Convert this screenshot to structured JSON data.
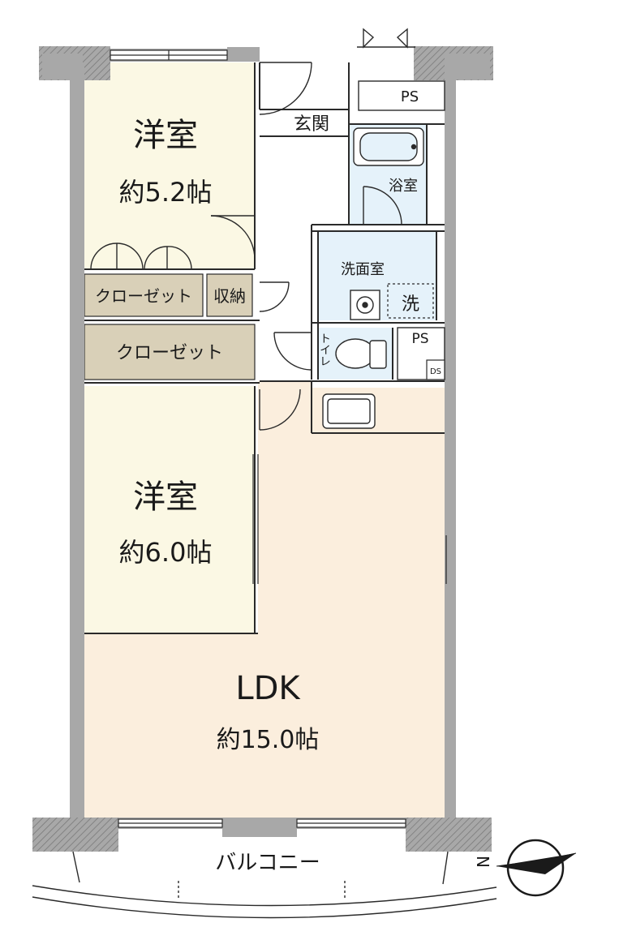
{
  "rooms": {
    "western_room_1": {
      "name": "洋室",
      "size": "約5.2帖"
    },
    "western_room_2": {
      "name": "洋室",
      "size": "約6.0帖"
    },
    "ldk": {
      "name": "LDK",
      "size": "約15.0帖"
    },
    "entrance": "玄関",
    "bathroom": "浴室",
    "washroom": "洗面室",
    "washer": "洗",
    "toilet": "トイレ",
    "closet_upper": "クローゼット",
    "closet_lower": "クローゼット",
    "storage": "収納",
    "ps_top": "PS",
    "ps_mid": "PS",
    "ds": "DS",
    "balcony": "バルコニー"
  },
  "compass": {
    "label": "N"
  },
  "colors": {
    "wall": "#a8a8a8",
    "western_room": "#fbf8e4",
    "ldk": "#fbeedd",
    "wet_area": "#e5f2fa",
    "closet": "#d9d0b8",
    "line": "#2a2a2a"
  }
}
